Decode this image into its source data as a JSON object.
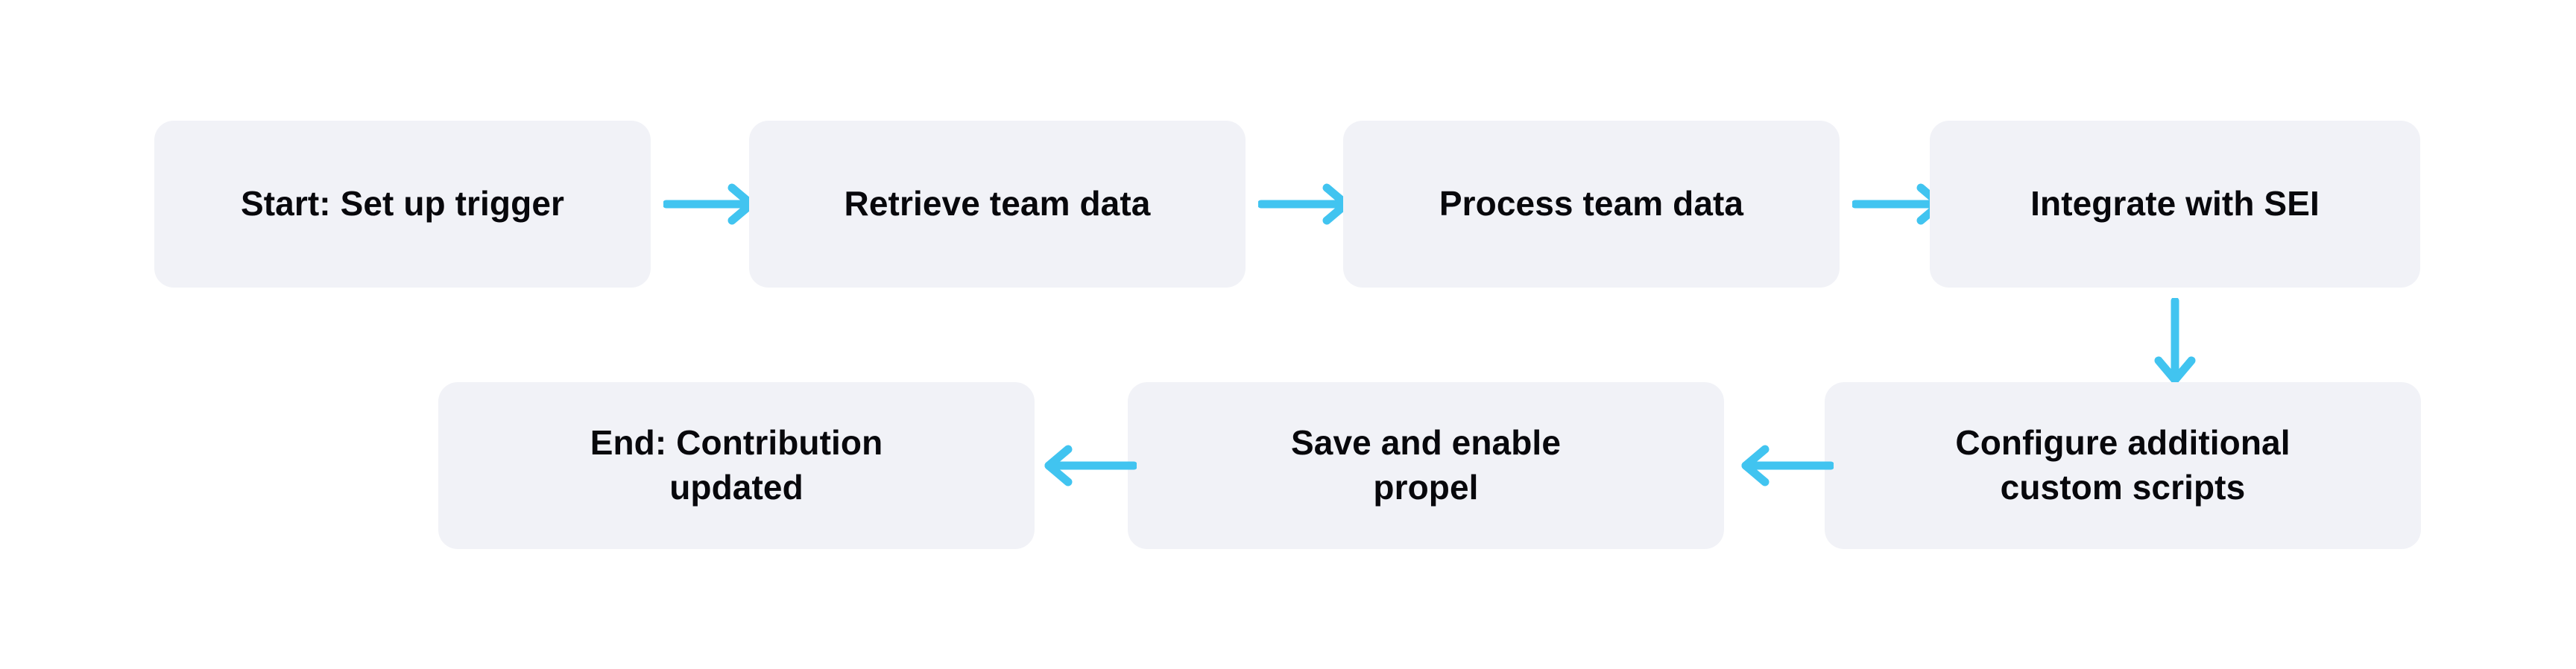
{
  "diagram": {
    "title": "SEI contribution workflow flowchart",
    "type": "flowchart",
    "orientation": "serpentine-left-to-right-then-right-to-left",
    "colors": {
      "node_background": "#F1F2F7",
      "node_text": "#08080C",
      "arrow": "#41C4F0",
      "canvas_background": "#FFFFFF"
    },
    "nodes": [
      {
        "id": "start",
        "label": "Start: Set up trigger",
        "row": 1,
        "order": 1
      },
      {
        "id": "retrieve",
        "label": "Retrieve team data",
        "row": 1,
        "order": 2
      },
      {
        "id": "process",
        "label": "Process team data",
        "row": 1,
        "order": 3
      },
      {
        "id": "integrate",
        "label": "Integrate with SEI",
        "row": 1,
        "order": 4
      },
      {
        "id": "configure",
        "label": "Configure additional\ncustom scripts",
        "row": 2,
        "order": 5
      },
      {
        "id": "save",
        "label": "Save and enable\npropel",
        "row": 2,
        "order": 6
      },
      {
        "id": "end",
        "label": "End: Contribution\nupdated",
        "row": 2,
        "order": 7
      }
    ],
    "connectors": [
      {
        "id": "c1",
        "from": "start",
        "to": "retrieve",
        "direction": "right",
        "icon": "arrow-right-icon"
      },
      {
        "id": "c2",
        "from": "retrieve",
        "to": "process",
        "direction": "right",
        "icon": "arrow-right-icon"
      },
      {
        "id": "c3",
        "from": "process",
        "to": "integrate",
        "direction": "right",
        "icon": "arrow-right-icon"
      },
      {
        "id": "c4",
        "from": "integrate",
        "to": "configure",
        "direction": "down",
        "icon": "arrow-down-icon"
      },
      {
        "id": "c5",
        "from": "configure",
        "to": "save",
        "direction": "left",
        "icon": "arrow-left-icon"
      },
      {
        "id": "c6",
        "from": "save",
        "to": "end",
        "direction": "left",
        "icon": "arrow-left-icon"
      }
    ]
  }
}
